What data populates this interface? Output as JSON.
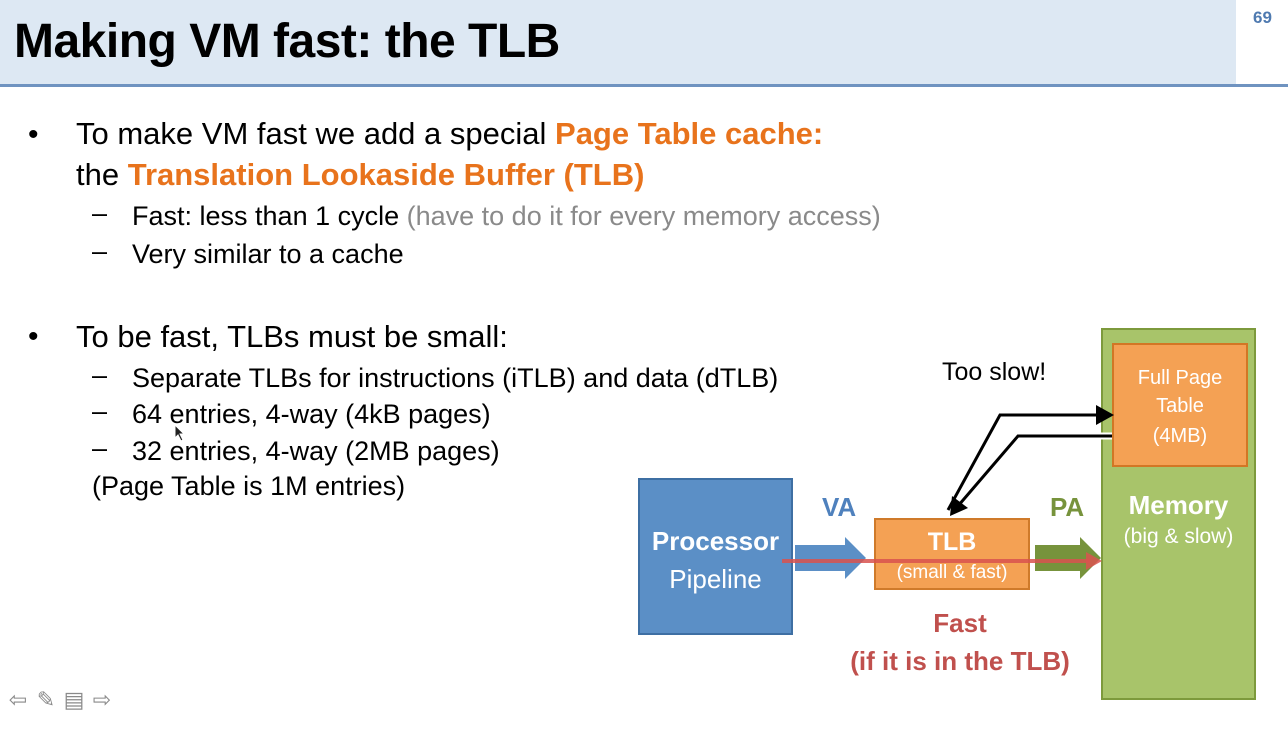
{
  "slide": {
    "title": "Making VM fast: the TLB",
    "number": "69"
  },
  "bullets": {
    "b1_line1_a": "To make VM fast we add a special ",
    "b1_line1_b": "Page Table cache:",
    "b1_line2_a": "the ",
    "b1_line2_b": "Translation Lookaside Buffer (TLB)",
    "b1_sub1_a": "Fast: less than 1 cycle ",
    "b1_sub1_b": "(have to do it for every memory access)",
    "b1_sub2": "Very similar to a cache",
    "b2_line": "To be fast, TLBs must be small:",
    "b2_sub1": "Separate TLBs for instructions (iTLB) and data (dTLB)",
    "b2_sub2": "64 entries, 4-way (4kB pages)",
    "b2_sub3": "32 entries, 4-way (2MB pages)",
    "b2_note": "(Page Table is 1M entries)",
    "bullet_char": "•",
    "dash_char": "–"
  },
  "diagram": {
    "processor_line1": "Processor",
    "processor_line2": "Pipeline",
    "va": "VA",
    "tlb_title": "TLB",
    "tlb_sub": "(small & fast)",
    "pa": "PA",
    "memory_title": "Memory",
    "memory_sub": "(big & slow)",
    "fpt_line1": "Full Page",
    "fpt_line2": "Table",
    "fpt_line3": "(4MB)",
    "too_slow": "Too slow!",
    "fast_line1": "Fast",
    "fast_line2": "(if it is in the TLB)",
    "colors": {
      "processor": "#5b8fc6",
      "tlb": "#f4a154",
      "memory": "#a8c46a",
      "va_arrow": "#5b8fc6",
      "pa_arrow": "#77933c",
      "fast_path": "#d9534f",
      "fast_text": "#c0504d",
      "accent_orange": "#e8731c"
    }
  },
  "nav": {
    "back_icon": "arrow-left-icon",
    "pen_icon": "pen-icon",
    "menu_icon": "menu-icon",
    "forward_icon": "arrow-right-icon"
  }
}
